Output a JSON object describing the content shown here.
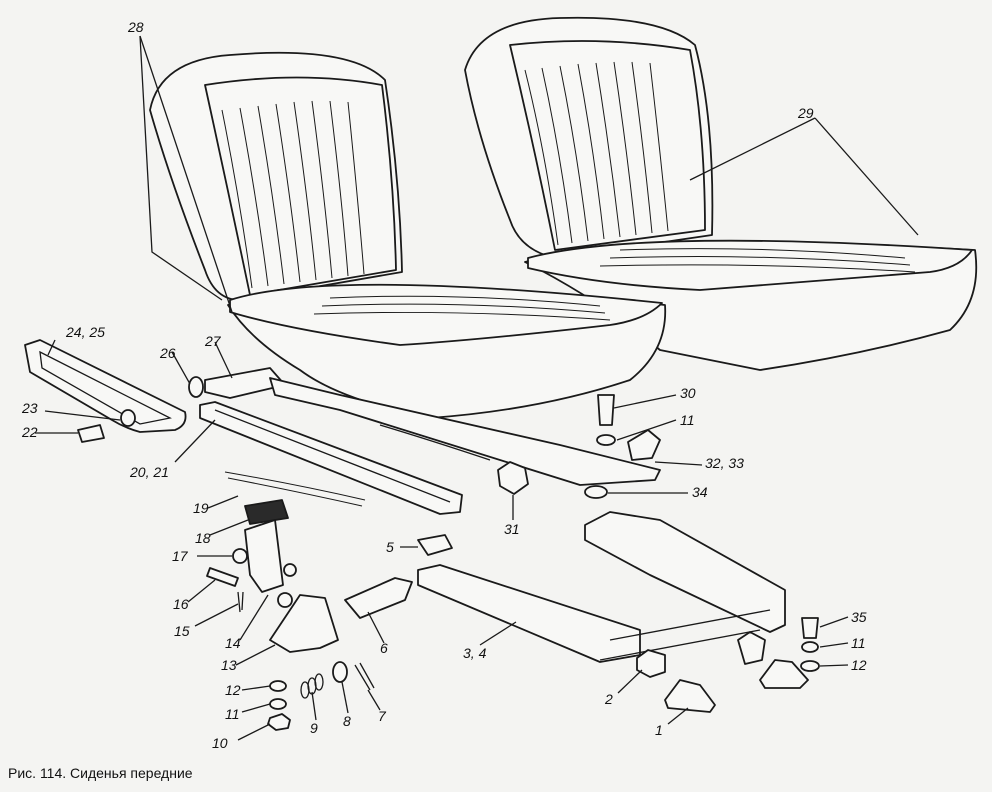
{
  "caption": "Рис. 114. Сиденья передние",
  "labels": [
    "28",
    "29",
    "24, 25",
    "27",
    "26",
    "23",
    "22",
    "20, 21",
    "19",
    "18",
    "17",
    "16",
    "15",
    "14",
    "13",
    "12",
    "11",
    "10",
    "9",
    "8",
    "7",
    "6",
    "5",
    "3, 4",
    "2",
    "1",
    "31",
    "30",
    "11",
    "32, 33",
    "34",
    "35",
    "11",
    "12"
  ]
}
